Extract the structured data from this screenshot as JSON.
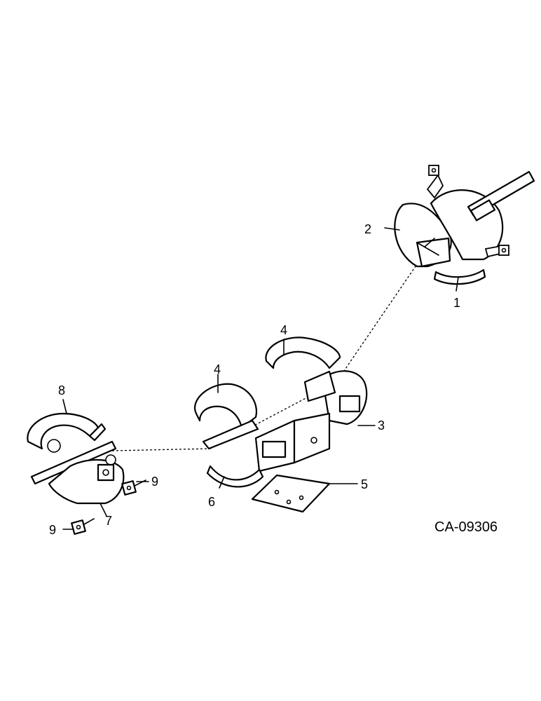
{
  "callouts": {
    "p1": "1",
    "p2": "2",
    "p3": "3",
    "p4a": "4",
    "p4b": "4",
    "p5": "5",
    "p6": "6",
    "p7": "7",
    "p8": "8",
    "p9a": "9",
    "p9b": "9"
  },
  "figure_code": "CA-09306"
}
